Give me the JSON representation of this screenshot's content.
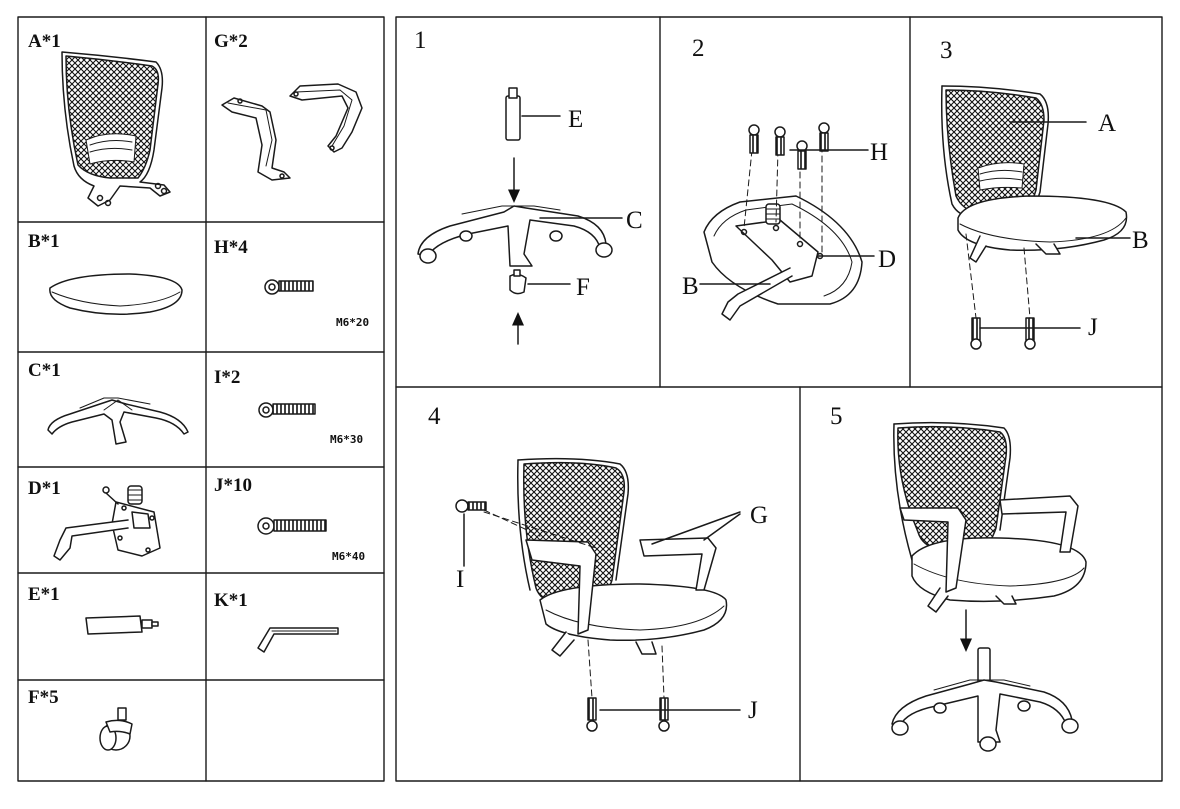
{
  "parts": [
    {
      "key": "A",
      "label": "A*1",
      "name": "backrest"
    },
    {
      "key": "G",
      "label": "G*2",
      "name": "armrests"
    },
    {
      "key": "B",
      "label": "B*1",
      "name": "seat"
    },
    {
      "key": "H",
      "label": "H*4",
      "name": "bolt",
      "spec": "M6*20"
    },
    {
      "key": "C",
      "label": "C*1",
      "name": "base"
    },
    {
      "key": "I",
      "label": "I*2",
      "name": "bolt",
      "spec": "M6*30"
    },
    {
      "key": "D",
      "label": "D*1",
      "name": "mechanism"
    },
    {
      "key": "J",
      "label": "J*10",
      "name": "bolt",
      "spec": "M6*40"
    },
    {
      "key": "E",
      "label": "E*1",
      "name": "gas-lift"
    },
    {
      "key": "K",
      "label": "K*1",
      "name": "allen-key"
    },
    {
      "key": "F",
      "label": "F*5",
      "name": "caster"
    }
  ],
  "steps": [
    {
      "number": "1",
      "callouts": [
        "E",
        "C",
        "F"
      ]
    },
    {
      "number": "2",
      "callouts": [
        "H",
        "D",
        "B"
      ]
    },
    {
      "number": "3",
      "callouts": [
        "A",
        "B",
        "J"
      ]
    },
    {
      "number": "4",
      "callouts": [
        "G",
        "I",
        "J"
      ]
    },
    {
      "number": "5",
      "callouts": []
    }
  ],
  "colors": {
    "ink": "#1a1a1a",
    "paper": "#ffffff"
  },
  "icons": {
    "mesh": "crosshatch-pattern",
    "arrow": "down-arrow",
    "bolt": "hex-bolt"
  }
}
